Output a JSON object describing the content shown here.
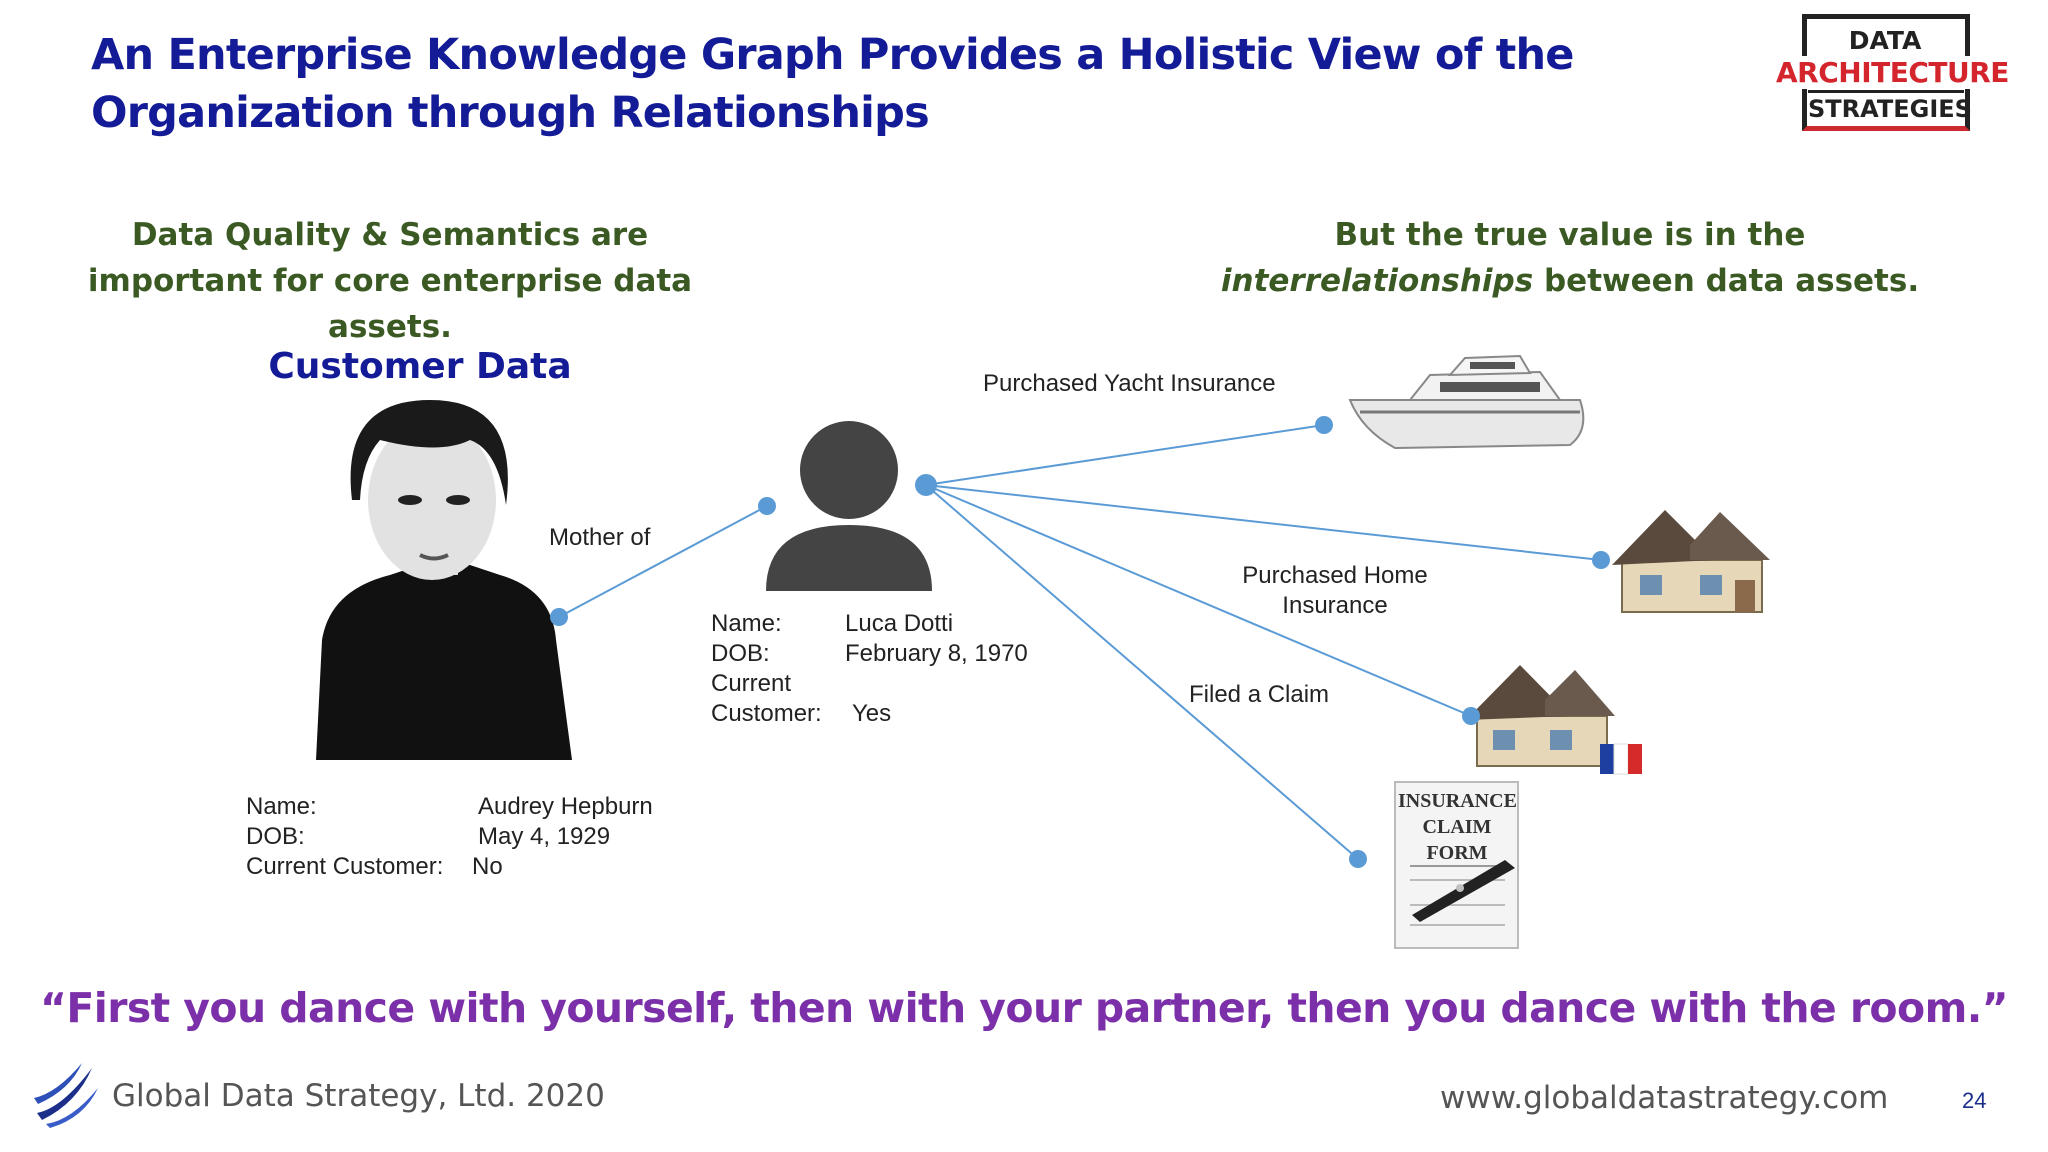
{
  "slide": {
    "title": "An Enterprise Knowledge Graph Provides a Holistic View of the Organization through Relationships",
    "logo": {
      "line1": "DATA",
      "line2": "ARCHITECTURE",
      "line3": "STRATEGIES"
    },
    "left_subtitle": "Data Quality & Semantics are important for core enterprise data assets.",
    "right_subtitle": {
      "part1": "But the true value is in the",
      "emphasis": "interrelationships",
      "part2": "between data assets."
    },
    "customer_heading": "Customer Data",
    "relationships": {
      "mother_of": "Mother of",
      "yacht": "Purchased Yacht Insurance",
      "home": "Purchased Home Insurance",
      "claim": "Filed a Claim"
    },
    "audrey": {
      "name_label": "Name:",
      "name_value": "Audrey Hepburn",
      "dob_label": "DOB:",
      "dob_value": "May 4, 1929",
      "current_label": "Current Customer:",
      "current_value": "No"
    },
    "luca": {
      "name_label": "Name:",
      "name_value": "Luca Dotti",
      "dob_label": "DOB:",
      "dob_value": "February 8, 1970",
      "current_label_1": "Current",
      "current_label_2": "Customer:",
      "current_value": "Yes"
    },
    "claim_form": {
      "line1": "INSURANCE",
      "line2": "CLAIM FORM"
    },
    "quote": "“First you dance with yourself, then with your partner, then you dance with the room.”",
    "footer": {
      "company": "Global Data Strategy, Ltd. 2020",
      "url": "www.globaldatastrategy.com",
      "page": "24"
    },
    "colors": {
      "title": "#131b96",
      "subtitle": "#3b5a23",
      "quote": "#7b2fa8",
      "edge": "#5b9bd5",
      "node": "#5b9bd5",
      "logo_red": "#d4242c"
    },
    "icons": [
      "person-silhouette-icon",
      "yacht-icon",
      "house-icon",
      "french-flag-icon",
      "claim-form-icon",
      "pen-icon",
      "swoosh-logo-icon"
    ]
  }
}
